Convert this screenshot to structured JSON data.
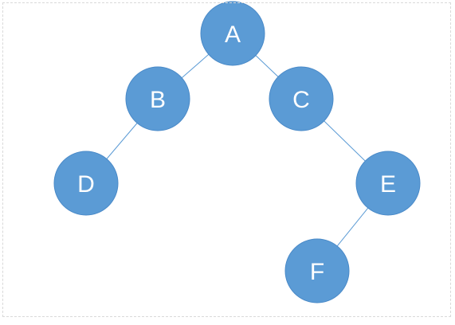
{
  "diagram": {
    "node_color": "#5b9bd5",
    "node_stroke": "#4a8ac8",
    "edge_color": "#5b9bd5",
    "label_color": "#ffffff",
    "nodes": [
      {
        "id": "A",
        "label": "A"
      },
      {
        "id": "B",
        "label": "B"
      },
      {
        "id": "C",
        "label": "C"
      },
      {
        "id": "D",
        "label": "D"
      },
      {
        "id": "E",
        "label": "E"
      },
      {
        "id": "F",
        "label": "F"
      }
    ],
    "edges": [
      {
        "from": "A",
        "to": "B"
      },
      {
        "from": "A",
        "to": "C"
      },
      {
        "from": "B",
        "to": "D"
      },
      {
        "from": "C",
        "to": "E"
      },
      {
        "from": "E",
        "to": "F"
      }
    ]
  }
}
